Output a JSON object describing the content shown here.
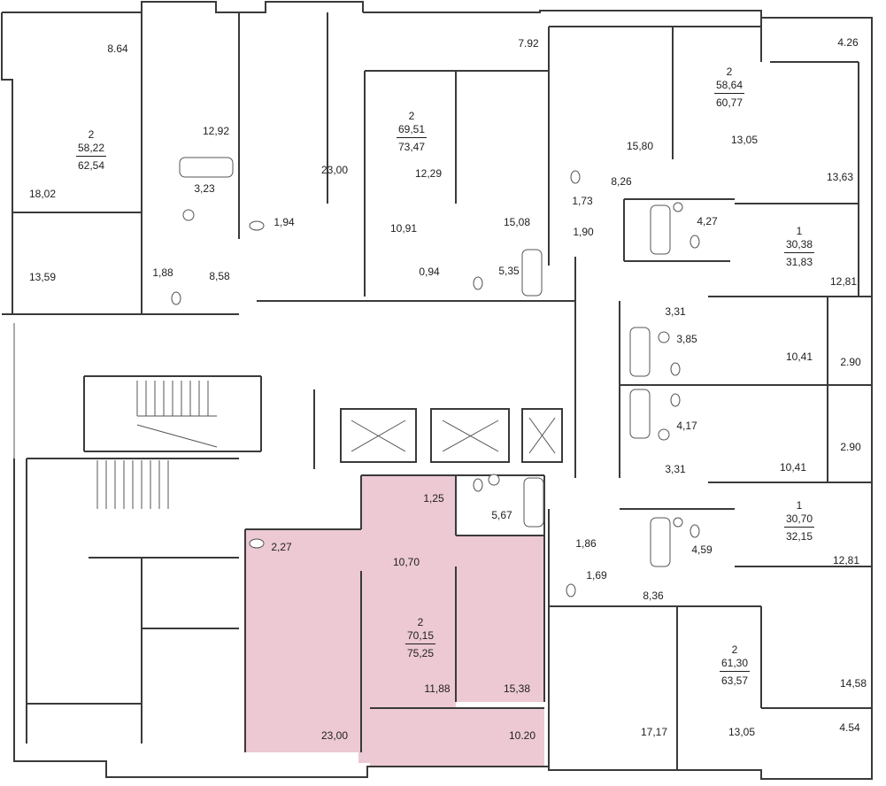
{
  "plan": {
    "title": ""
  },
  "apartments": [
    {
      "id": "apt-a",
      "rooms": "2",
      "living": "58,22",
      "total": "62,54",
      "highlight": false
    },
    {
      "id": "apt-b",
      "rooms": "2",
      "living": "69,51",
      "total": "73,47",
      "highlight": false
    },
    {
      "id": "apt-c",
      "rooms": "2",
      "living": "58,64",
      "total": "60,77",
      "highlight": false
    },
    {
      "id": "apt-d",
      "rooms": "1",
      "living": "30,38",
      "total": "31,83",
      "highlight": false
    },
    {
      "id": "apt-e",
      "rooms": "1",
      "living": "30,70",
      "total": "32,15",
      "highlight": false
    },
    {
      "id": "apt-f",
      "rooms": "2",
      "living": "70,15",
      "total": "75,25",
      "highlight": true
    },
    {
      "id": "apt-g",
      "rooms": "2",
      "living": "61,30",
      "total": "63,57",
      "highlight": false
    }
  ],
  "room_areas": [
    "8.64",
    "12,92",
    "23,00",
    "7.92",
    "4.26",
    "18,02",
    "3,23",
    "12,29",
    "15,80",
    "13,05",
    "13,63",
    "1,94",
    "10,91",
    "15,08",
    "8,26",
    "1,73",
    "4,27",
    "13,59",
    "1,88",
    "8,58",
    "0,94",
    "5,35",
    "1,90",
    "12,81",
    "3,31",
    "3,85",
    "10,41",
    "2.90",
    "4,17",
    "3,31",
    "10,41",
    "2.90",
    "1,25",
    "5,67",
    "1,86",
    "4,59",
    "12,81",
    "2,27",
    "10,70",
    "1,69",
    "8,36",
    "11,88",
    "15,38",
    "14,58",
    "23,00",
    "10.20",
    "17,17",
    "13,05",
    "4.54"
  ],
  "colors": {
    "highlight": "#ecc9d3",
    "wall": "#3a3a3a",
    "text": "#1e1e1e"
  }
}
